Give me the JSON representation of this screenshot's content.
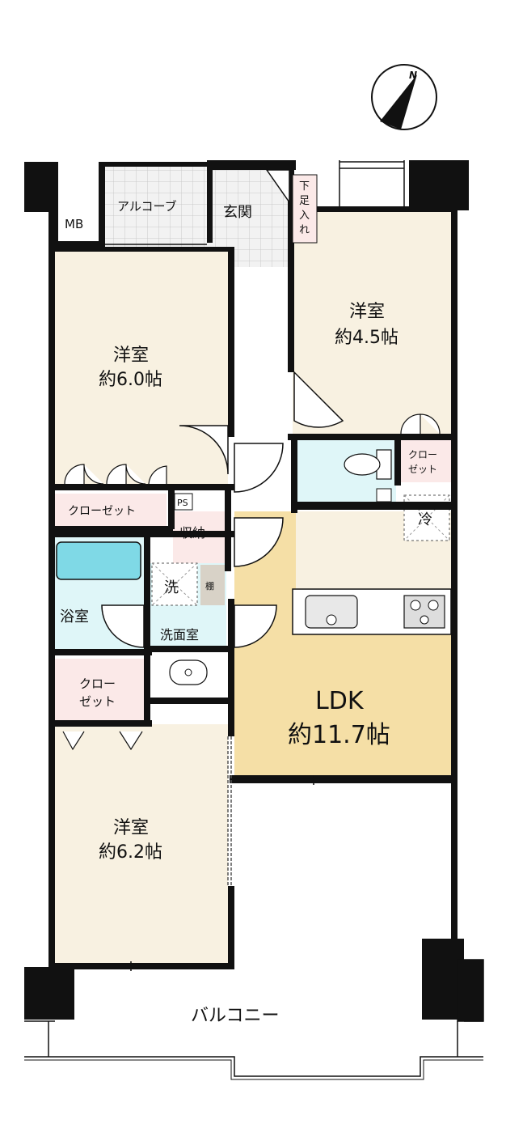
{
  "rooms": {
    "western_a": {
      "name": "洋室",
      "size": "約6.0帖"
    },
    "western_b": {
      "name": "洋室",
      "size": "約4.5帖"
    },
    "western_c": {
      "name": "洋室",
      "size": "約6.2帖"
    },
    "ldk": {
      "name": "LDK",
      "size": "約11.7帖"
    },
    "entrance": "玄関",
    "alcove": "アルコーブ",
    "mb": "MB",
    "shoe_storage": [
      "下",
      "足",
      "入",
      "れ"
    ],
    "closet_wide": "クローゼット",
    "closet_small": [
      "クロー",
      "ゼット"
    ],
    "closet_left": [
      "クロー",
      "ゼット"
    ],
    "ps": "PS",
    "storage": "収納",
    "washer": "洗",
    "shelf": "棚",
    "bath": "浴室",
    "washroom": "洗面室",
    "fridge": "冷",
    "balcony": "バルコニー"
  },
  "compass": {
    "north": "N"
  },
  "colors": {
    "wall": "#111111",
    "room_beige": "#f8f1e1",
    "ldk_fill": "#f5dfa6",
    "closet_pink": "#fbe9e8",
    "wet_blue": "#dff6f8",
    "tile_gray": "#e3e3e3",
    "corridor_white": "#ffffff"
  }
}
